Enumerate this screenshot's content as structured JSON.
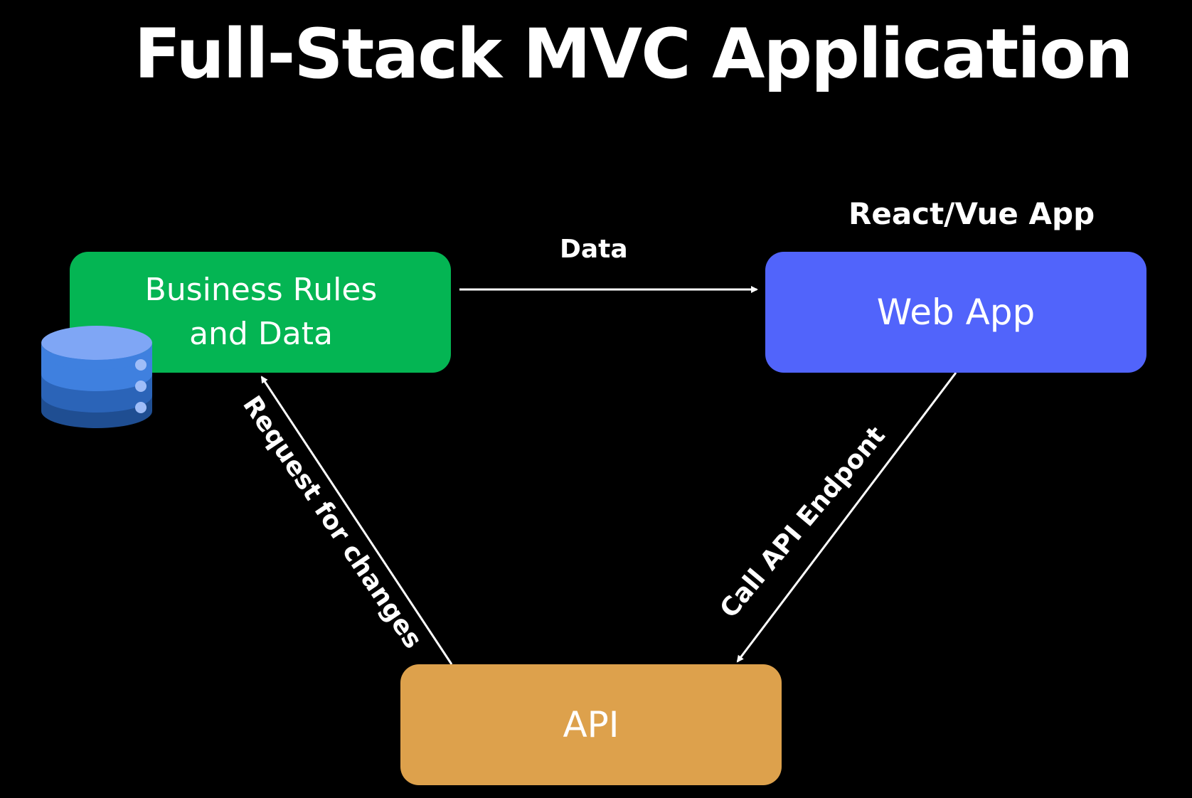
{
  "title": "Full-Stack MVC Application",
  "nodes": {
    "business": {
      "label": "Business Rules and Data",
      "color": "#04b553"
    },
    "webapp": {
      "label": "Web App",
      "color": "#5164fb",
      "caption": "React/Vue App"
    },
    "api": {
      "label": "API",
      "color": "#dda14c"
    }
  },
  "edges": {
    "data": {
      "label": "Data",
      "from": "business",
      "to": "webapp"
    },
    "call": {
      "label": "Call API Endpont",
      "from": "webapp",
      "to": "api"
    },
    "request": {
      "label": "Request for changes",
      "from": "api",
      "to": "business"
    }
  },
  "icons": {
    "database": "database-icon"
  },
  "colors": {
    "background": "#000000",
    "text": "#ffffff",
    "arrow": "#ffffff",
    "db_top": "#7fa6f5",
    "db_layer1": "#3f80df",
    "db_layer2": "#2b64b8",
    "db_layer3": "#1f4e92"
  }
}
